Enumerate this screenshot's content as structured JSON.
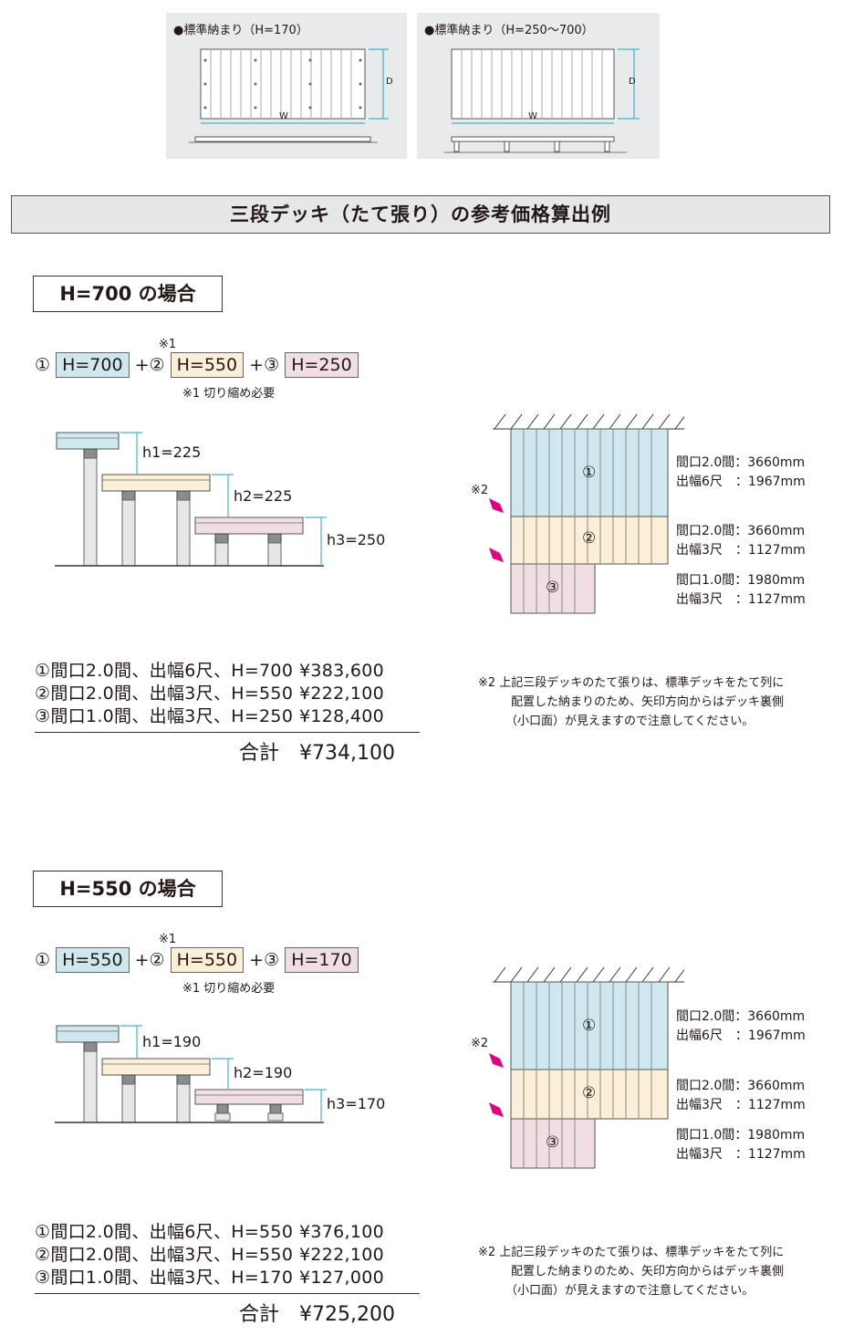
{
  "top_panels": {
    "left_title": "●標準納まり（H=170）",
    "right_title": "●標準納まり（H=250〜700）",
    "w_label": "W",
    "d_label": "D"
  },
  "banner": "三段デッキ（たて張り）の参考価格算出例",
  "cases": [
    {
      "title": "H=700 の場合",
      "formula": {
        "n1": "①",
        "chip1": "H=700",
        "plus": "+",
        "n2": "②",
        "chip2": "H=550",
        "n3": "③",
        "chip3": "H=250",
        "mark": "※1",
        "footnote": "※1  切り縮め必要"
      },
      "dims": {
        "h1": "h1=225",
        "h2": "h2=225",
        "h3": "h3=250"
      },
      "plan": {
        "note_mark": "※2",
        "labels": [
          "①",
          "②",
          "③"
        ],
        "specs": [
          [
            "間口2.0間：3660mm",
            "出幅6尺　：1967mm"
          ],
          [
            "間口2.0間：3660mm",
            "出幅3尺　：1127mm"
          ],
          [
            "間口1.0間：1980mm",
            "出幅3尺　：1127mm"
          ]
        ]
      },
      "lines": [
        {
          "desc": "①間口2.0間、出幅6尺、H=700",
          "price": "¥383,600"
        },
        {
          "desc": "②間口2.0間、出幅3尺、H=550",
          "price": "¥222,100"
        },
        {
          "desc": "③間口1.0間、出幅3尺、H=250",
          "price": "¥128,400"
        }
      ],
      "total_label": "合計",
      "total": "¥734,100",
      "note": [
        "※2  上記三段デッキのたて張りは、標準デッキをたて列に",
        "配置した納まりのため、矢印方向からはデッキ裏側",
        "（小口面）が見えますので注意してください。"
      ]
    },
    {
      "title": "H=550 の場合",
      "formula": {
        "n1": "①",
        "chip1": "H=550",
        "plus": "+",
        "n2": "②",
        "chip2": "H=550",
        "n3": "③",
        "chip3": "H=170",
        "mark": "※1",
        "footnote": "※1  切り縮め必要"
      },
      "dims": {
        "h1": "h1=190",
        "h2": "h2=190",
        "h3": "h3=170"
      },
      "plan": {
        "note_mark": "※2",
        "labels": [
          "①",
          "②",
          "③"
        ],
        "specs": [
          [
            "間口2.0間：3660mm",
            "出幅6尺　：1967mm"
          ],
          [
            "間口2.0間：3660mm",
            "出幅3尺　：1127mm"
          ],
          [
            "間口1.0間：1980mm",
            "出幅3尺　：1127mm"
          ]
        ]
      },
      "lines": [
        {
          "desc": "①間口2.0間、出幅6尺、H=550",
          "price": "¥376,100"
        },
        {
          "desc": "②間口2.0間、出幅3尺、H=550",
          "price": "¥222,100"
        },
        {
          "desc": "③間口1.0間、出幅3尺、H=170",
          "price": "¥127,000"
        }
      ],
      "total_label": "合計",
      "total": "¥725,200",
      "note": [
        "※2  上記三段デッキのたて張りは、標準デッキをたて列に",
        "配置した納まりのため、矢印方向からはデッキ裏側",
        "（小口面）が見えますので注意してください。"
      ]
    }
  ],
  "colors": {
    "deck1": "#cfe7ee",
    "deck2": "#fbefd7",
    "deck3": "#f1dee3",
    "arrow": "#e4007f",
    "dim": "#3fb7d4"
  }
}
